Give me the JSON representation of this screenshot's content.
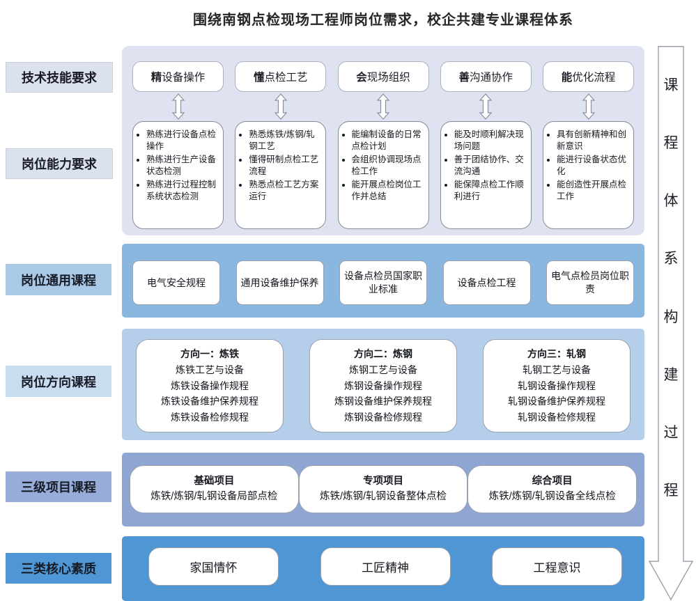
{
  "title": "围绕南钢点检现场工程师岗位需求，校企共建专业课程体系",
  "side_labels": [
    "技术技能要求",
    "岗位能力要求",
    "岗位通用课程",
    "岗位方向课程",
    "三级项目课程",
    "三类核心素质"
  ],
  "banner_chars": [
    "课",
    "程",
    "体",
    "系",
    "构",
    "建",
    "过",
    "程"
  ],
  "skills": [
    "精设备操作",
    "懂点检工艺",
    "会现场组织",
    "善沟通协作",
    "能优化流程"
  ],
  "capabilities": [
    [
      "熟练进行设备点检操作",
      "熟练进行生产设备状态检测",
      "熟练进行过程控制系统状态检测"
    ],
    [
      "熟悉炼铁/炼钢/轧钢工艺",
      "懂得研制点检工艺流程",
      "熟悉点检工艺方案运行"
    ],
    [
      "能编制设备的日常点检计划",
      "会组织协调现场点检工作",
      "能开展点检岗位工作并总结"
    ],
    [
      "能及时顺利解决现场问题",
      "善于团结协作、交流沟通",
      "能保障点检工作顺利进行"
    ],
    [
      "具有创新精神和创新意识",
      "能进行设备状态优化",
      "能创造性开展点检工作"
    ]
  ],
  "general_courses": [
    "电气安全规程",
    "通用设备维护保养",
    "设备点检员国家职业标准",
    "设备点检工程",
    "电气点检员岗位职责"
  ],
  "directions": [
    {
      "title": "方向一：炼铁",
      "lines": [
        "炼铁工艺与设备",
        "炼铁设备操作规程",
        "炼铁设备维护保养规程",
        "炼铁设备检修规程"
      ]
    },
    {
      "title": "方向二：炼钢",
      "lines": [
        "炼钢工艺与设备",
        "炼钢设备操作规程",
        "炼钢设备维护保养规程",
        "炼钢设备检修规程"
      ]
    },
    {
      "title": "方向三：轧钢",
      "lines": [
        "轧钢工艺与设备",
        "轧钢设备操作规程",
        "轧钢设备维护保养规程",
        "轧钢设备检修规程"
      ]
    }
  ],
  "projects": [
    {
      "title": "基础项目",
      "subtitle": "炼铁/炼钢/轧钢设备局部点检"
    },
    {
      "title": "专项项目",
      "subtitle": "炼铁/炼钢/轧钢设备整体点检"
    },
    {
      "title": "综合项目",
      "subtitle": "炼铁/炼钢/轧钢设备全线点检"
    }
  ],
  "qualities": [
    "家国情怀",
    "工匠精神",
    "工程意识"
  ],
  "colors": {
    "panel_requirements": "#dfe3f1",
    "panel_general_courses": "#8ab7df",
    "panel_direction_courses": "#b5cfeb",
    "panel_project_courses": "#8fa5d2",
    "panel_core_qualities": "#4f97d4",
    "label_light": "#dce1ee",
    "label_general": "#a9c9e7",
    "label_direction": "#c9ddf1",
    "label_project": "#97acd8",
    "label_quality": "#4f97d4"
  }
}
